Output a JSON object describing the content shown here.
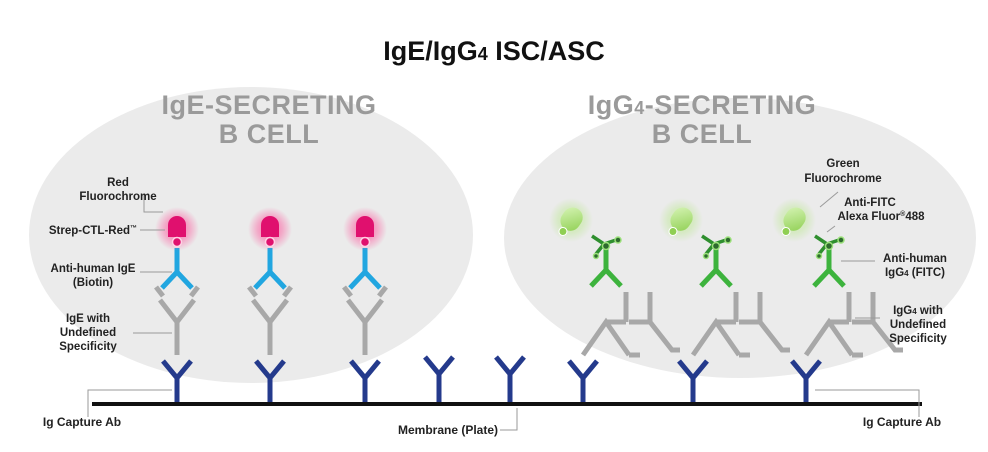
{
  "title": {
    "main": "IgE/IgG",
    "sub": "4",
    "rest": " ISC/ASC"
  },
  "cells": {
    "ige": {
      "line1": "IgE-SECRETING",
      "line2": "B CELL"
    },
    "igg4": {
      "line1_a": "IgG",
      "line1_sub": "4",
      "line1_b": "-SECRETING",
      "line2": "B CELL"
    }
  },
  "labels": {
    "red_fluoro_1": "Red",
    "red_fluoro_2": "Fluorochrome",
    "strep_a": "Strep-CTL-Red",
    "strep_tm": "™",
    "anti_ige_1": "Anti-human IgE",
    "anti_ige_2": "(Biotin)",
    "ige_undef_1": "IgE with",
    "ige_undef_2": "Undefined",
    "ige_undef_3": "Specificity",
    "green_fluoro_1": "Green",
    "green_fluoro_2": "Fluorochrome",
    "anti_fitc_1": "Anti-FITC",
    "anti_fitc_2a": "Alexa Fluor",
    "anti_fitc_2sup": "®",
    "anti_fitc_2b": "488",
    "anti_igg4_1": "Anti-human",
    "anti_igg4_2a": "IgG",
    "anti_igg4_2sub": "4",
    "anti_igg4_2b": " (FITC)",
    "igg4_undef_1a": "IgG",
    "igg4_undef_1sub": "4",
    "igg4_undef_1b": " with",
    "igg4_undef_2": "Undefined",
    "igg4_undef_3": "Specificity",
    "capture_left": "Ig Capture Ab",
    "capture_right": "Ig Capture Ab",
    "membrane": "Membrane (Plate)"
  },
  "colors": {
    "capture": "#243a8c",
    "ige_gray": "#a8a8a8",
    "anti_ige": "#21a6e0",
    "red": "#e0106e",
    "green": "#3db33d",
    "green_light": "#a8dc6e",
    "cell_fill": "#ebebeb",
    "membrane": "#111111"
  }
}
